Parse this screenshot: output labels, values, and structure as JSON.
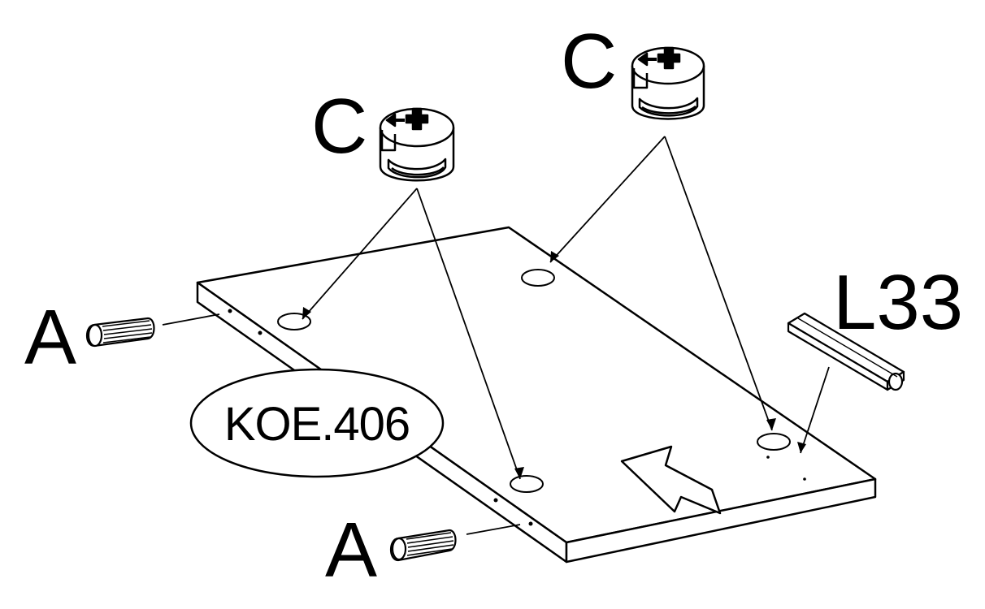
{
  "diagram": {
    "part_number": "KOE.406",
    "fittings": {
      "cam_lock_left": "C",
      "cam_lock_right": "C",
      "dowel_upper": "A",
      "dowel_lower": "A",
      "strip": "L33"
    },
    "colors": {
      "ink": "#000000",
      "paper": "#ffffff"
    }
  }
}
